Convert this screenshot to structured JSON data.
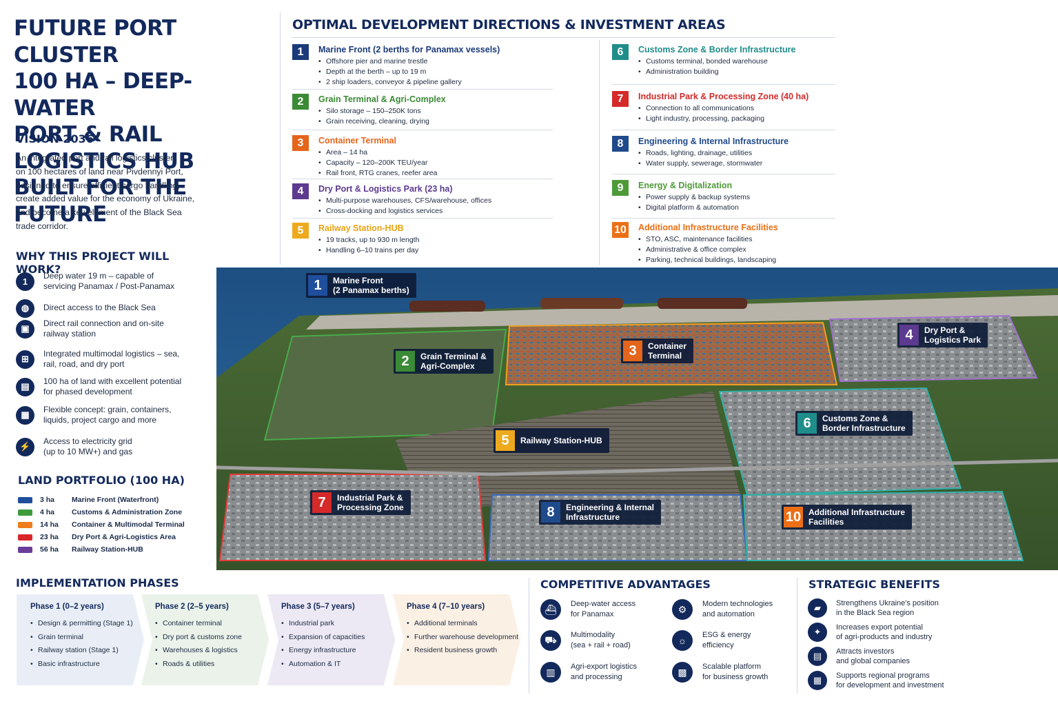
{
  "title": {
    "lines": [
      "FUTURE PORT CLUSTER",
      "100 HA – DEEP-WATER",
      "PORT & RAIL LOGISTICS HUB",
      "BUILT FOR THE FUTURE"
    ]
  },
  "vision": {
    "heading": "VISION 2036",
    "lines": [
      "An integrated port and rail logistics cluster",
      "on 100 hectares of land near Pivdennyi Port,",
      "designed to ensure efficient cargo handling,",
      "create added value for the economy of Ukraine,",
      "and become a key element of the Black Sea",
      "trade corridor."
    ]
  },
  "why": {
    "heading": "WHY THIS PROJECT WILL WORK?",
    "items": [
      {
        "icon": "number-one-icon",
        "glyph": "1",
        "text": [
          "Deep water 19 m – capable of",
          "servicing Panamax / Post-Panamax"
        ]
      },
      {
        "icon": "globe-icon",
        "glyph": "◍",
        "text": [
          "Direct access to the Black Sea"
        ]
      },
      {
        "icon": "train-icon",
        "glyph": "▣",
        "text": [
          "Direct rail connection and on-site",
          "railway station"
        ]
      },
      {
        "icon": "multimodal-icon",
        "glyph": "⊞",
        "text": [
          "Integrated multimodal logistics – sea,",
          "rail, road, and dry port"
        ]
      },
      {
        "icon": "land-plot-icon",
        "glyph": "▤",
        "text": [
          "100 ha of land with excellent potential",
          "for phased development"
        ]
      },
      {
        "icon": "cargo-icon",
        "glyph": "▦",
        "text": [
          "Flexible concept: grain, containers,",
          "liquids, project cargo and more"
        ]
      },
      {
        "icon": "power-grid-icon",
        "glyph": "⚡",
        "text": [
          "Access to electricity grid",
          "(up to 10 MW+) and gas"
        ]
      }
    ]
  },
  "land": {
    "heading": "LAND PORTFOLIO (100 HA)",
    "rows": [
      {
        "ha": "3 ha",
        "label": "Marine Front (Waterfront)",
        "color": "#1f4e9c"
      },
      {
        "ha": "4 ha",
        "label": "Customs & Administration Zone",
        "color": "#3f9a3c"
      },
      {
        "ha": "14 ha",
        "label": "Container & Multimodal Terminal",
        "color": "#ee7d1e"
      },
      {
        "ha": "23 ha",
        "label": "Dry Port & Agri-Logistics Area",
        "color": "#d9262b"
      },
      {
        "ha": "56 ha",
        "label": "Railway Station-HUB",
        "color": "#6a3d99"
      }
    ]
  },
  "directions": {
    "heading": "OPTIMAL DEVELOPMENT DIRECTIONS & INVESTMENT AREAS",
    "items": [
      {
        "num": "1",
        "color": "#1a3a7a",
        "name": "Marine Front (2 berths for Panamax vessels)",
        "bullets": [
          "Offshore pier and marine trestle",
          "Depth at the berth – up to 19 m",
          "2 ship loaders, conveyor & pipeline gallery"
        ]
      },
      {
        "num": "2",
        "color": "#3b8a36",
        "name": "Grain Terminal & Agri-Complex",
        "bullets": [
          "Silo storage – 150–250K tons",
          "Grain receiving, cleaning, drying"
        ]
      },
      {
        "num": "3",
        "color": "#e5651b",
        "name": "Container Terminal",
        "bullets": [
          "Area – 14 ha",
          "Capacity – 120–200K TEU/year",
          "Rail front, RTG cranes, reefer area"
        ]
      },
      {
        "num": "4",
        "color": "#5c3a8f",
        "name": "Dry Port & Logistics Park (23 ha)",
        "bullets": [
          "Multi-purpose warehouses, CFS/warehouse, offices",
          "Cross-docking and logistics services"
        ]
      },
      {
        "num": "5",
        "color": "#eeaa1e",
        "name": "Railway Station-HUB",
        "bullets": [
          "19 tracks, up to 930 m length",
          "Handling 6–10 trains per day"
        ]
      },
      {
        "num": "6",
        "color": "#1f8d8a",
        "name": "Customs Zone & Border Infrastructure",
        "bullets": [
          "Customs terminal, bonded warehouse",
          "Administration building"
        ]
      },
      {
        "num": "7",
        "color": "#d42a2a",
        "name": "Industrial Park & Processing Zone (40 ha)",
        "bullets": [
          "Connection to all communications",
          "Light industry, processing, packaging"
        ]
      },
      {
        "num": "8",
        "color": "#1f4a8c",
        "name": "Engineering & Internal Infrastructure",
        "bullets": [
          "Roads, lighting, drainage, utilities",
          "Water supply, sewerage, stormwater"
        ]
      },
      {
        "num": "9",
        "color": "#4e9a38",
        "name": "Energy & Digitalization",
        "bullets": [
          "Power supply & backup systems",
          "Digital platform & automation"
        ]
      },
      {
        "num": "10",
        "color": "#ec6f16",
        "name": "Additional Infrastructure Facilities",
        "bullets": [
          "STO, ASC, maintenance facilities",
          "Administrative & office complex",
          "Parking, technical buildings, landscaping"
        ]
      }
    ]
  },
  "map_labels": [
    {
      "num": "1",
      "color": "#1f4e9c",
      "lines": [
        "Marine Front",
        "(2 Panamax berths)"
      ]
    },
    {
      "num": "2",
      "color": "#3b8a36",
      "lines": [
        "Grain Terminal &",
        "Agri-Complex"
      ]
    },
    {
      "num": "3",
      "color": "#e5651b",
      "lines": [
        "Container",
        "Terminal"
      ]
    },
    {
      "num": "4",
      "color": "#5c3a8f",
      "lines": [
        "Dry Port &",
        "Logistics Park"
      ]
    },
    {
      "num": "5",
      "color": "#eeaa1e",
      "lines": [
        "Railway Station-HUB"
      ]
    },
    {
      "num": "6",
      "color": "#1f8d8a",
      "lines": [
        "Customs Zone &",
        "Border Infrastructure"
      ]
    },
    {
      "num": "7",
      "color": "#d42a2a",
      "lines": [
        "Industrial Park &",
        "Processing Zone"
      ]
    },
    {
      "num": "8",
      "color": "#1f4a8c",
      "lines": [
        "Engineering & Internal",
        "Infrastructure"
      ]
    },
    {
      "num": "10",
      "color": "#ec6f16",
      "lines": [
        "Additional Infrastructure",
        "Facilities"
      ]
    }
  ],
  "phases": {
    "heading": "IMPLEMENTATION PHASES",
    "items": [
      {
        "name": "Phase 1 (0–2 years)",
        "fill": "#e9eef6",
        "bullets": [
          "Design & permitting (Stage 1)",
          "Grain terminal",
          "Railway station (Stage 1)",
          "Basic infrastructure"
        ]
      },
      {
        "name": "Phase 2 (2–5 years)",
        "fill": "#eaf2ea",
        "bullets": [
          "Container terminal",
          "Dry port & customs zone",
          "Warehouses & logistics",
          "Roads & utilities"
        ]
      },
      {
        "name": "Phase 3 (5–7 years)",
        "fill": "#ece9f4",
        "bullets": [
          "Industrial park",
          "Expansion of capacities",
          "Energy infrastructure",
          "Automation & IT"
        ]
      },
      {
        "name": "Phase 4 (7–10 years)",
        "fill": "#fbf0e4",
        "bullets": [
          "Additional terminals",
          "Further warehouse development",
          "Resident business growth"
        ]
      }
    ]
  },
  "advantages": {
    "heading": "COMPETITIVE ADVANTAGES",
    "items": [
      {
        "icon": "ship-icon",
        "glyph": "⛴",
        "text": [
          "Deep-water access",
          "for Panamax"
        ]
      },
      {
        "icon": "truck-icon",
        "glyph": "⛟",
        "text": [
          "Multimodality",
          "(sea + rail + road)"
        ]
      },
      {
        "icon": "agri-icon",
        "glyph": "▥",
        "text": [
          "Agri-export logistics",
          "and processing"
        ]
      },
      {
        "icon": "gear-icon",
        "glyph": "⚙",
        "text": [
          "Modern technologies",
          "and automation"
        ]
      },
      {
        "icon": "sun-energy-icon",
        "glyph": "☼",
        "text": [
          "ESG & energy",
          "efficiency"
        ]
      },
      {
        "icon": "platform-icon",
        "glyph": "▩",
        "text": [
          "Scalable platform",
          "for business growth"
        ]
      }
    ]
  },
  "benefits": {
    "heading": "STRATEGIC BENEFITS",
    "items": [
      {
        "icon": "position-icon",
        "glyph": "▰",
        "text": [
          "Strengthens Ukraine's position",
          "in the Black Sea region"
        ]
      },
      {
        "icon": "export-icon",
        "glyph": "✦",
        "text": [
          "Increases export potential",
          "of agri-products and industry"
        ]
      },
      {
        "icon": "investors-icon",
        "glyph": "▤",
        "text": [
          "Attracts investors",
          "and global companies"
        ]
      },
      {
        "icon": "programs-icon",
        "glyph": "▦",
        "text": [
          "Supports regional programs",
          "for development and investment"
        ]
      }
    ]
  }
}
